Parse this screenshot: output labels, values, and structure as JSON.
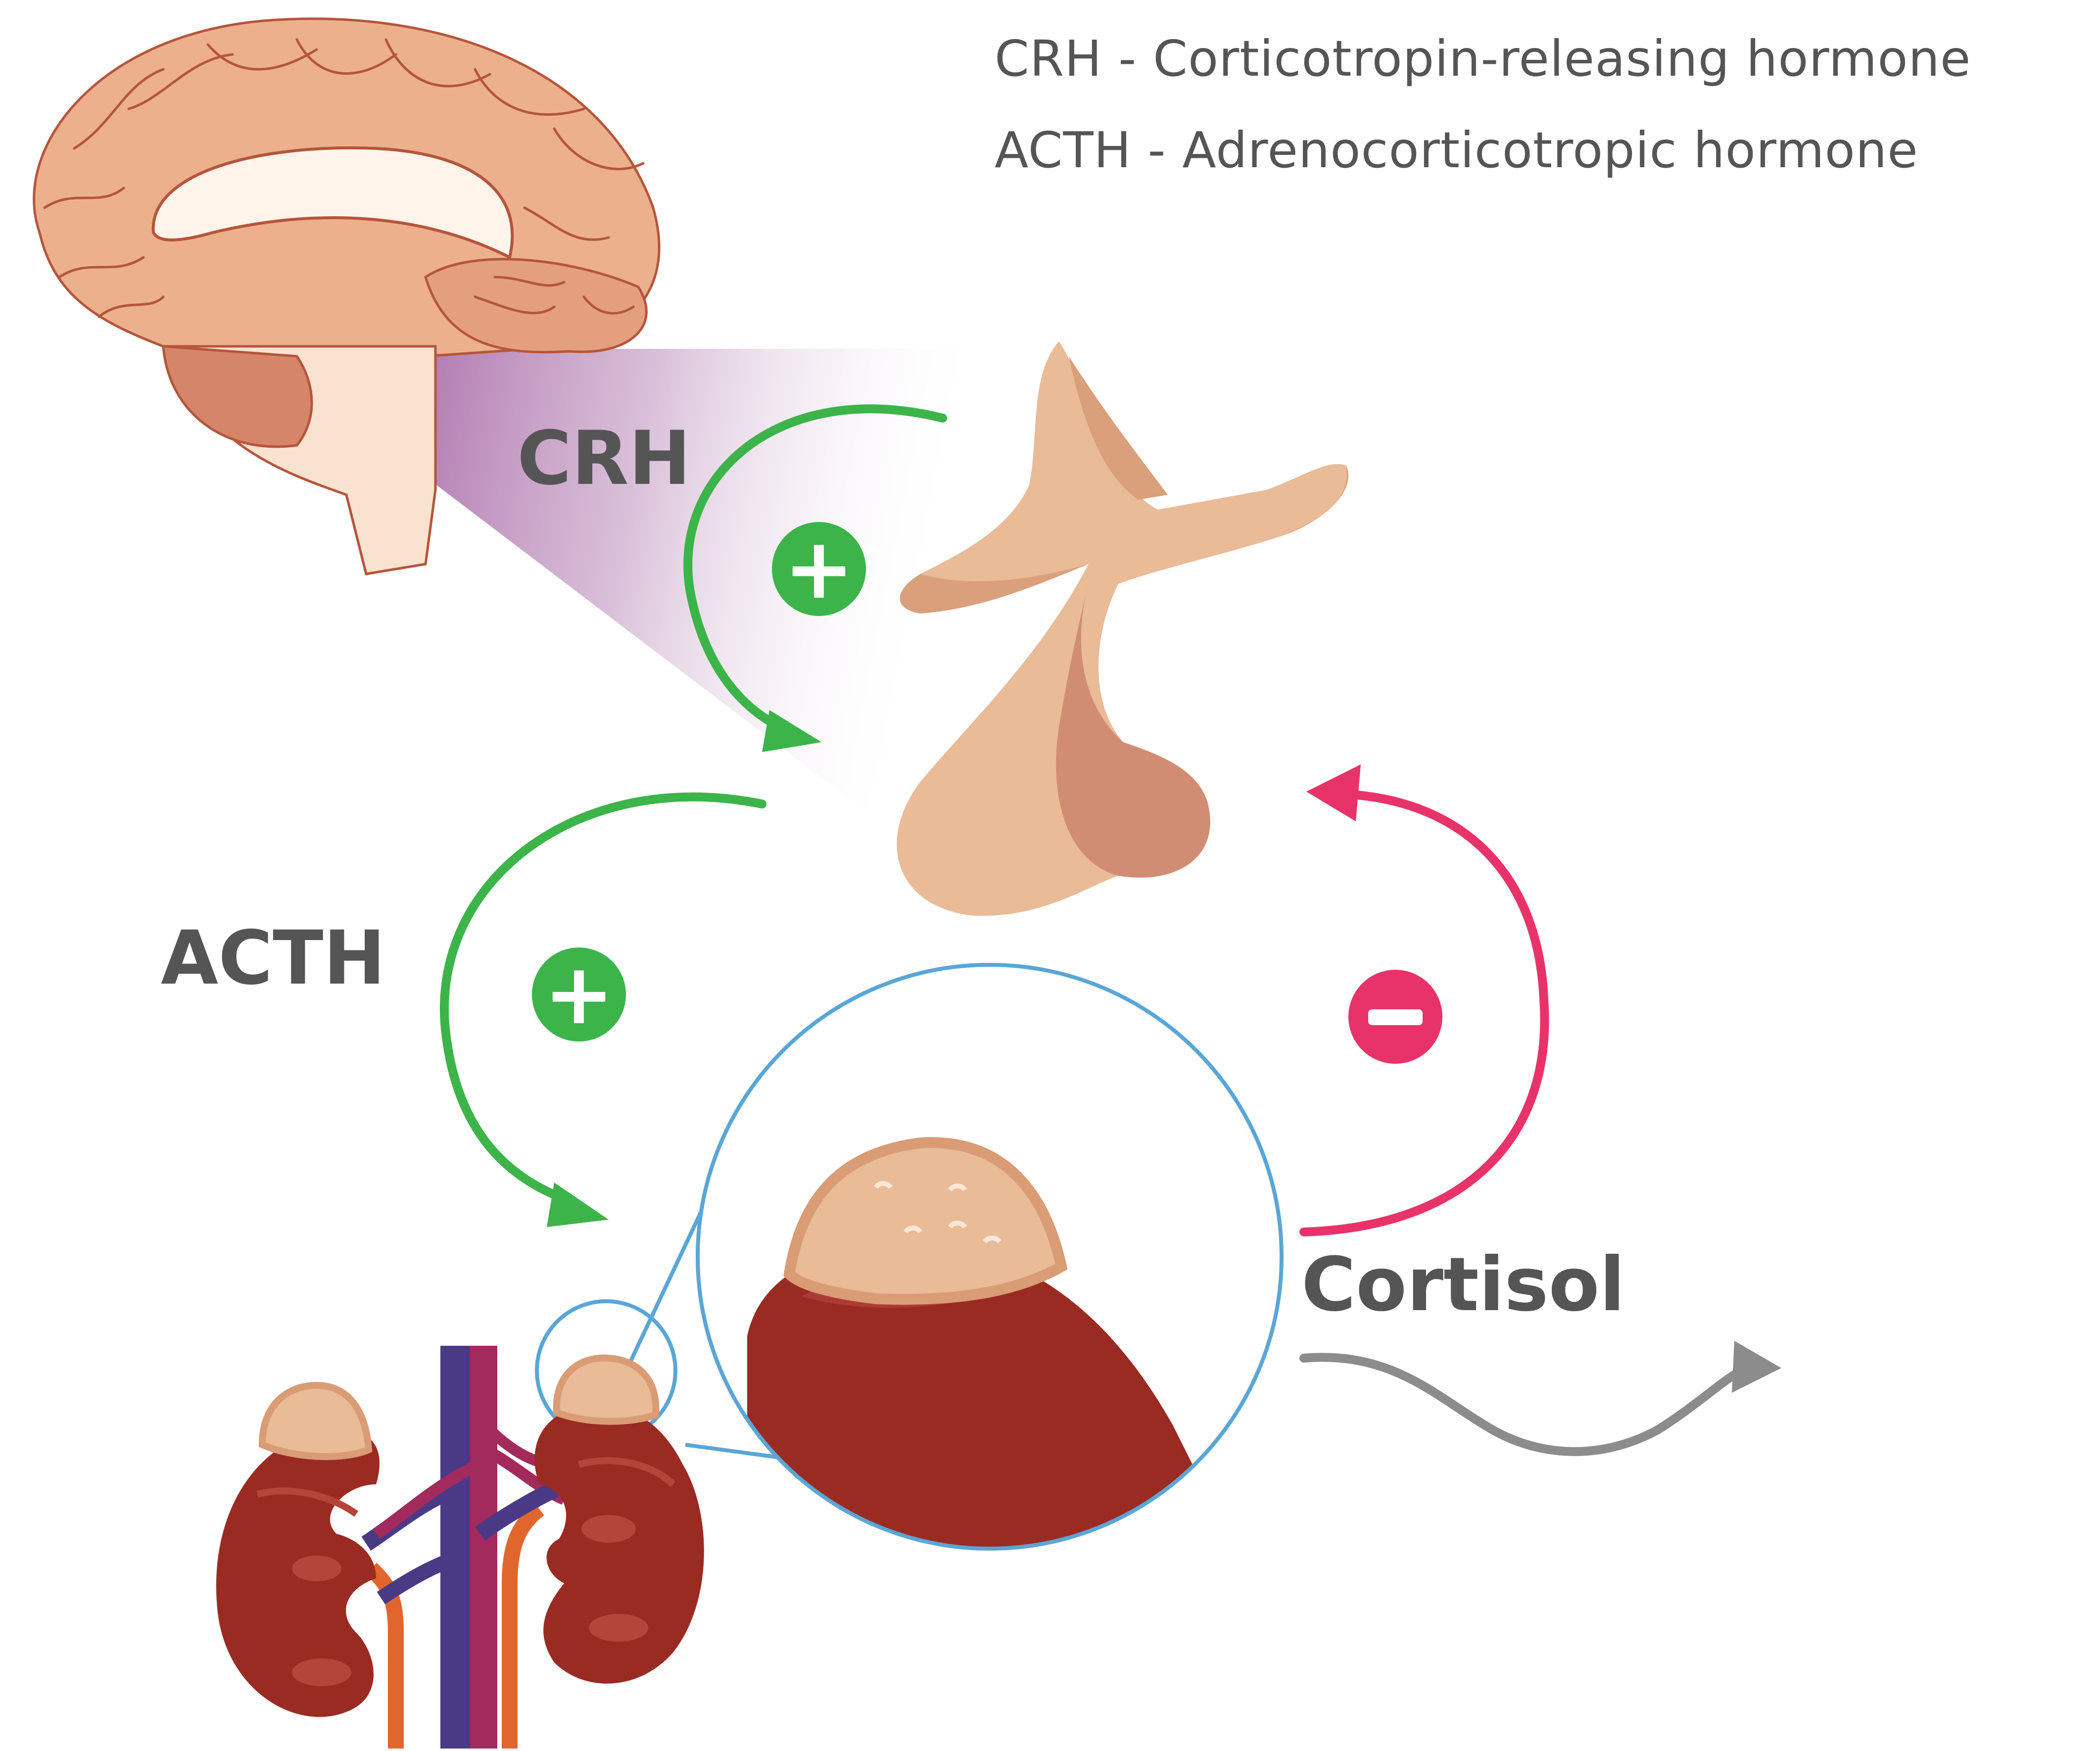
{
  "legend": {
    "crh": "CRH - Corticotropin-releasing hormone",
    "acth": "ACTH - Adrenocorticotropic hormone"
  },
  "labels": {
    "crh": "CRH",
    "acth": "ACTH",
    "cortisol": "Cortisol"
  },
  "signs": {
    "stimulate": "+",
    "inhibit": "−"
  },
  "colors": {
    "stimulate": "#3cb44a",
    "inhibit": "#e8336a",
    "output": "#8c8c8c",
    "text": "#555555",
    "hormone_cone": "#8e3a8c",
    "zoom_circle": "#5aa6d6",
    "gland_tan": "#e9bb97",
    "kidney": "#9a2b22",
    "vein": "#4a3a86",
    "artery": "#a22a5c",
    "ureter": "#e0662e"
  },
  "icons": [
    "brain-illustration",
    "pituitary-gland-illustration",
    "kidney-illustration",
    "adrenal-gland-magnified"
  ]
}
